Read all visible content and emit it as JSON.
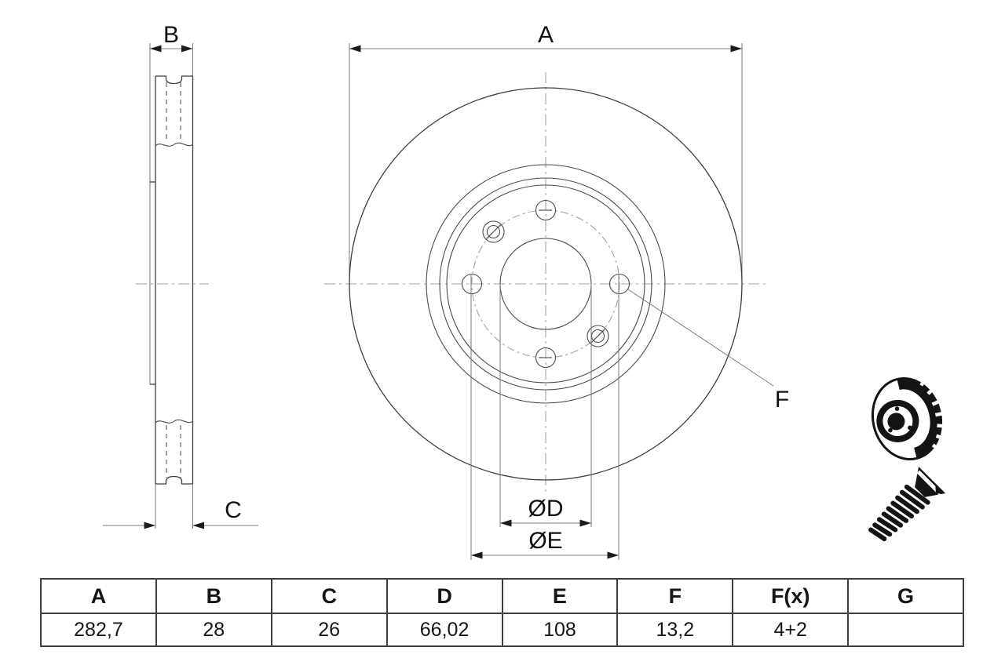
{
  "drawing": {
    "type": "brake-disc-technical-drawing",
    "dim_labels": {
      "a": "A",
      "b": "B",
      "c": "C",
      "f": "F",
      "dia_d": "ØD",
      "dia_e": "ØE"
    },
    "icons": [
      "vented-brake-disc-3d-icon",
      "countersunk-screw-icon"
    ],
    "colors": {
      "background": "#ffffff",
      "outline": "#3d3d3d",
      "dimension": "#7e7e7e",
      "centerline": "#a0a4a6",
      "arrow": "#1c1c1c",
      "pictogram": "#141414",
      "table_border": "#3f3f3f",
      "text": "#111111"
    }
  },
  "spec_table": {
    "headers": [
      "A",
      "B",
      "C",
      "D",
      "E",
      "F",
      "F(x)",
      "G"
    ],
    "values": [
      "282,7",
      "28",
      "26",
      "66,02",
      "108",
      "13,2",
      "4+2",
      ""
    ]
  }
}
